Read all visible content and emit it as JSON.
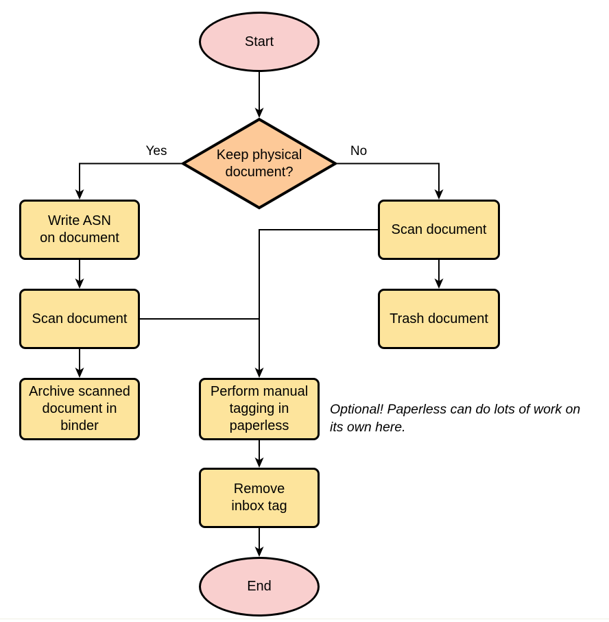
{
  "diagram": {
    "nodes": {
      "start": {
        "label": "Start",
        "shape": "ellipse"
      },
      "decision": {
        "label": "Keep physical\ndocument?",
        "shape": "diamond"
      },
      "write_asn": {
        "label": "Write ASN\non document",
        "shape": "rounded-rect"
      },
      "scan_left": {
        "label": "Scan document",
        "shape": "rounded-rect"
      },
      "archive": {
        "label": "Archive scanned\ndocument in\nbinder",
        "shape": "rounded-rect"
      },
      "scan_right": {
        "label": "Scan document",
        "shape": "rounded-rect"
      },
      "trash": {
        "label": "Trash document",
        "shape": "rounded-rect"
      },
      "tagging": {
        "label": "Perform manual\ntagging in\npaperless",
        "shape": "rounded-rect"
      },
      "remove_inbox": {
        "label": "Remove\ninbox tag",
        "shape": "rounded-rect"
      },
      "end": {
        "label": "End",
        "shape": "ellipse"
      }
    },
    "edge_labels": {
      "yes": "Yes",
      "no": "No"
    },
    "annotation": "Optional! Paperless can do lots of work on\nits own here.",
    "colors": {
      "terminator_fill": "#F9CFCE",
      "decision_fill": "#FDC998",
      "process_fill": "#FDE49C",
      "stroke": "#000000"
    }
  }
}
